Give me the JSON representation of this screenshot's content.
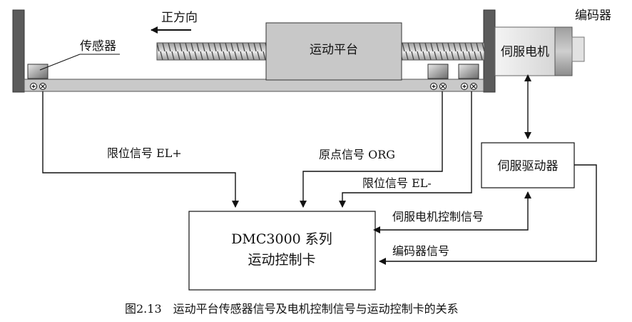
{
  "mechanism": {
    "direction_label": "正方向",
    "platform_label": "运动平台",
    "sensor_label": "传感器",
    "servo_motor_label": "伺服电机",
    "encoder_label": "编码器"
  },
  "signals": {
    "el_plus": "限位信号 EL+",
    "org": "原点信号 ORG",
    "el_minus": "限位信号 EL-",
    "servo_control": "伺服电机控制信号",
    "encoder_signal": "编码器信号"
  },
  "boxes": {
    "servo_driver": "伺服驱动器",
    "controller_line1": "DMC3000 系列",
    "controller_line2": "运动控制卡"
  },
  "caption": "图2.13　运动平台传感器信号及电机控制信号与运动控制卡的关系"
}
